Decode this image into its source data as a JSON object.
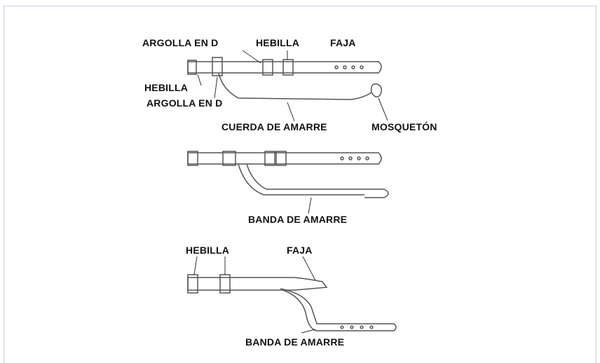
{
  "figure1": {
    "labels": {
      "d_ring_top": "ARGOLLA EN D",
      "buckle_top": "HEBILLA",
      "belt": "FAJA",
      "buckle_left": "HEBILLA",
      "d_ring_left": "ARGOLLA EN D",
      "lanyard_rope": "CUERDA DE AMARRE",
      "snap_hook": "MOSQUETÓN"
    }
  },
  "figure2": {
    "labels": {
      "lanyard_strap": "BANDA DE AMARRE"
    }
  },
  "figure3": {
    "labels": {
      "buckle": "HEBILLA",
      "belt": "FAJA",
      "lanyard_strap": "BANDA DE AMARRE"
    }
  },
  "colors": {
    "ink": "#111111",
    "line": "#555555",
    "frame": "#c9cbe0"
  }
}
